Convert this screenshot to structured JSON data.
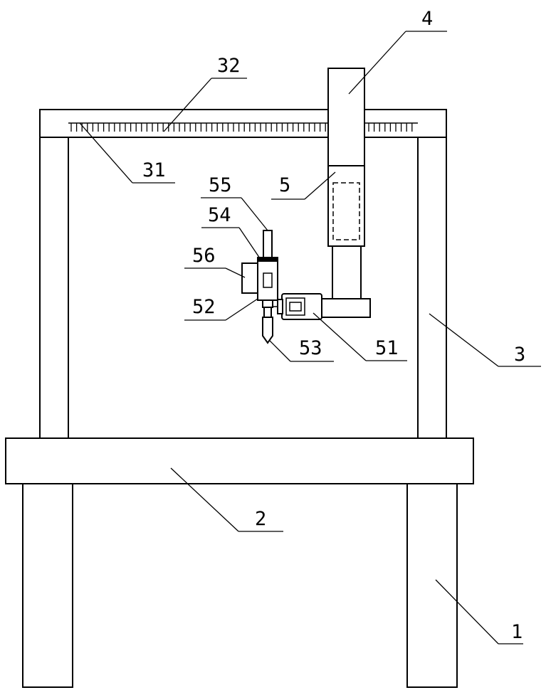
{
  "labels": {
    "l1": "1",
    "l2": "2",
    "l3": "3",
    "l4": "4",
    "l5": "5",
    "l31": "31",
    "l32": "32",
    "l51": "51",
    "l52": "52",
    "l53": "53",
    "l54": "54",
    "l55": "55",
    "l56": "56"
  }
}
